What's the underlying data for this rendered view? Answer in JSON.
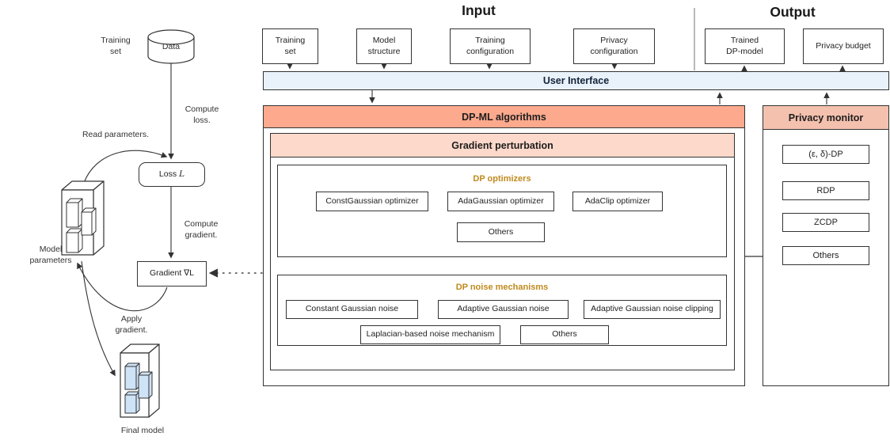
{
  "left_flow": {
    "training_set": "Training\nset",
    "data": "Data",
    "compute_loss": "Compute\nloss.",
    "read_parameters": "Read parameters.",
    "loss_word": "Loss",
    "loss_symbol": "L",
    "compute_gradient": "Compute\ngradient.",
    "gradient": "Gradient ∇L",
    "model_parameters": "Model\nparameters",
    "apply_gradient": "Apply\ngradient.",
    "final_model": "Final model"
  },
  "io": {
    "input_title": "Input",
    "output_title": "Output",
    "input_boxes": [
      "Training\nset",
      "Model\nstructure",
      "Training\nconfiguration",
      "Privacy\nconfiguration"
    ],
    "output_boxes": [
      "Trained\nDP-model",
      "Privacy budget"
    ],
    "user_interface": "User Interface"
  },
  "dpml": {
    "title": "DP-ML algorithms",
    "gradient_perturbation": "Gradient perturbation",
    "optimizers": {
      "title": "DP optimizers",
      "items": [
        "ConstGaussian optimizer",
        "AdaGaussian optimizer",
        "AdaClip optimizer",
        "Others"
      ]
    },
    "noise_mechanisms": {
      "title": "DP noise mechanisms",
      "items": [
        "Constant Gaussian noise",
        "Adaptive Gaussian noise",
        "Adaptive Gaussian noise clipping",
        "Laplacian-based noise mechanism",
        "Others"
      ]
    }
  },
  "privacy_monitor": {
    "title": "Privacy monitor",
    "items": [
      "(ε, δ)-DP",
      "RDP",
      "ZCDP",
      "Others"
    ]
  },
  "colors": {
    "dpml_header": "#fca98d",
    "gradient_perturbation_header": "#fdd9cb",
    "privacy_monitor_header": "#f4c1ae",
    "user_interface_bar": "#e9f1fb",
    "section_label_gold": "#c08a1e",
    "final_model_fill": "#cfe3f7",
    "stroke": "#333333"
  }
}
